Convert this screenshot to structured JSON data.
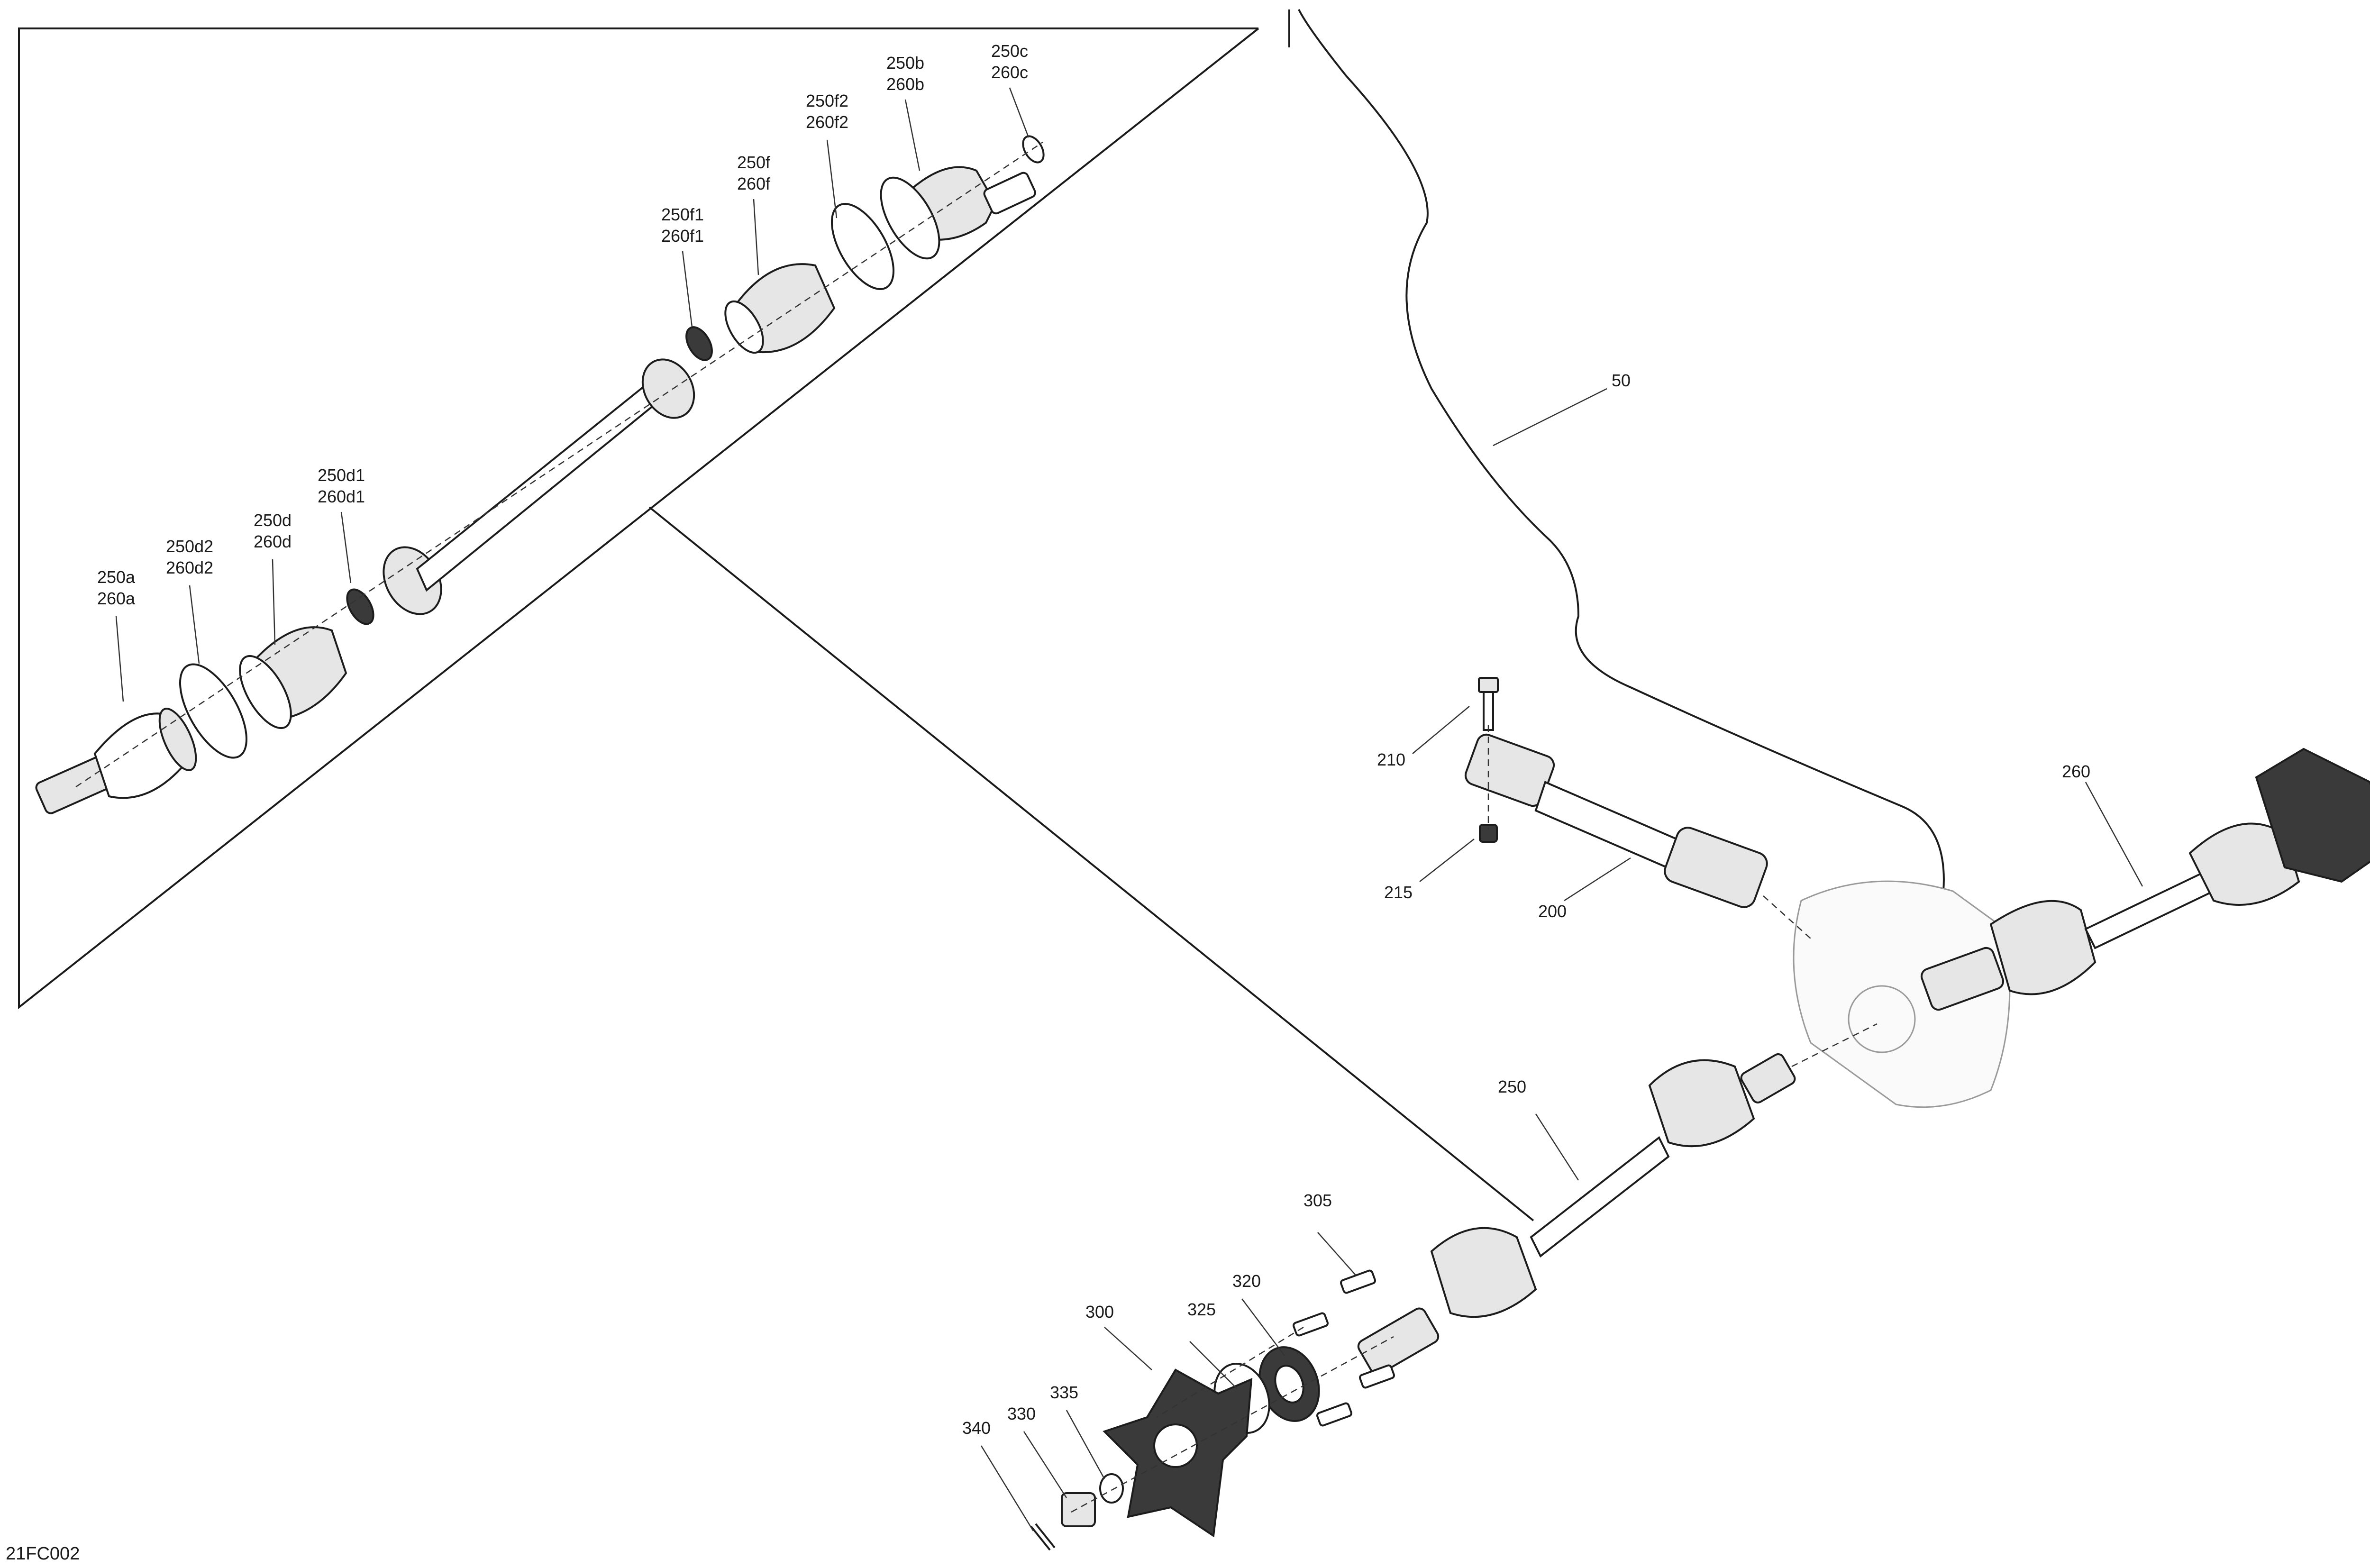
{
  "figure_code": "21FC002",
  "callouts": {
    "c250a": [
      "250a",
      "260a"
    ],
    "c250d2": [
      "250d2",
      "260d2"
    ],
    "c250d": [
      "250d",
      "260d"
    ],
    "c250d1": [
      "250d1",
      "260d1"
    ],
    "c250f1": [
      "250f1",
      "260f1"
    ],
    "c250f": [
      "250f",
      "260f"
    ],
    "c250f2": [
      "250f2",
      "260f2"
    ],
    "c250b": [
      "250b",
      "260b"
    ],
    "c250c": [
      "250c",
      "260c"
    ],
    "c50": "50",
    "c210": "210",
    "c215": "215",
    "c200": "200",
    "c260": "260",
    "c250": "250",
    "c305": "305",
    "c320": "320",
    "c325": "325",
    "c300": "300",
    "c335": "335",
    "c330": "330",
    "c340": "340"
  }
}
